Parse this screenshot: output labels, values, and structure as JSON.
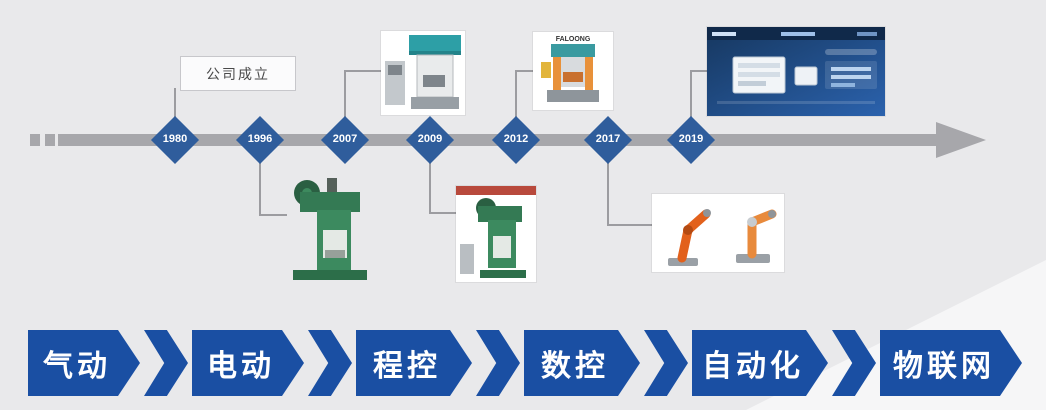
{
  "colors": {
    "background": "#e9e9eb",
    "timeline_gray": "#a7a7ab",
    "diamond_blue": "#2f5d9c",
    "stage_blue": "#1a4fa3"
  },
  "timeline": {
    "founding_label": "公司成立",
    "milestones": [
      {
        "year": "1980"
      },
      {
        "year": "1996"
      },
      {
        "year": "2007"
      },
      {
        "year": "2009"
      },
      {
        "year": "2012"
      },
      {
        "year": "2017"
      },
      {
        "year": "2019"
      }
    ]
  },
  "images": {
    "m1996": "green-friction-press-machine-photo",
    "m2007": "teal-press-with-control-cabinet-photo",
    "m2009": "green-press-machine-photo",
    "m2012": "servo-press-machine-photo",
    "m2012_brand": "FALOONG",
    "m2017": "orange-robot-arms-photo",
    "m2019": "iot-platform-dashboard-screenshot"
  },
  "stages": [
    {
      "label": "气动"
    },
    {
      "label": "电动"
    },
    {
      "label": "程控"
    },
    {
      "label": "数控"
    },
    {
      "label": "自动化"
    },
    {
      "label": "物联网"
    }
  ]
}
